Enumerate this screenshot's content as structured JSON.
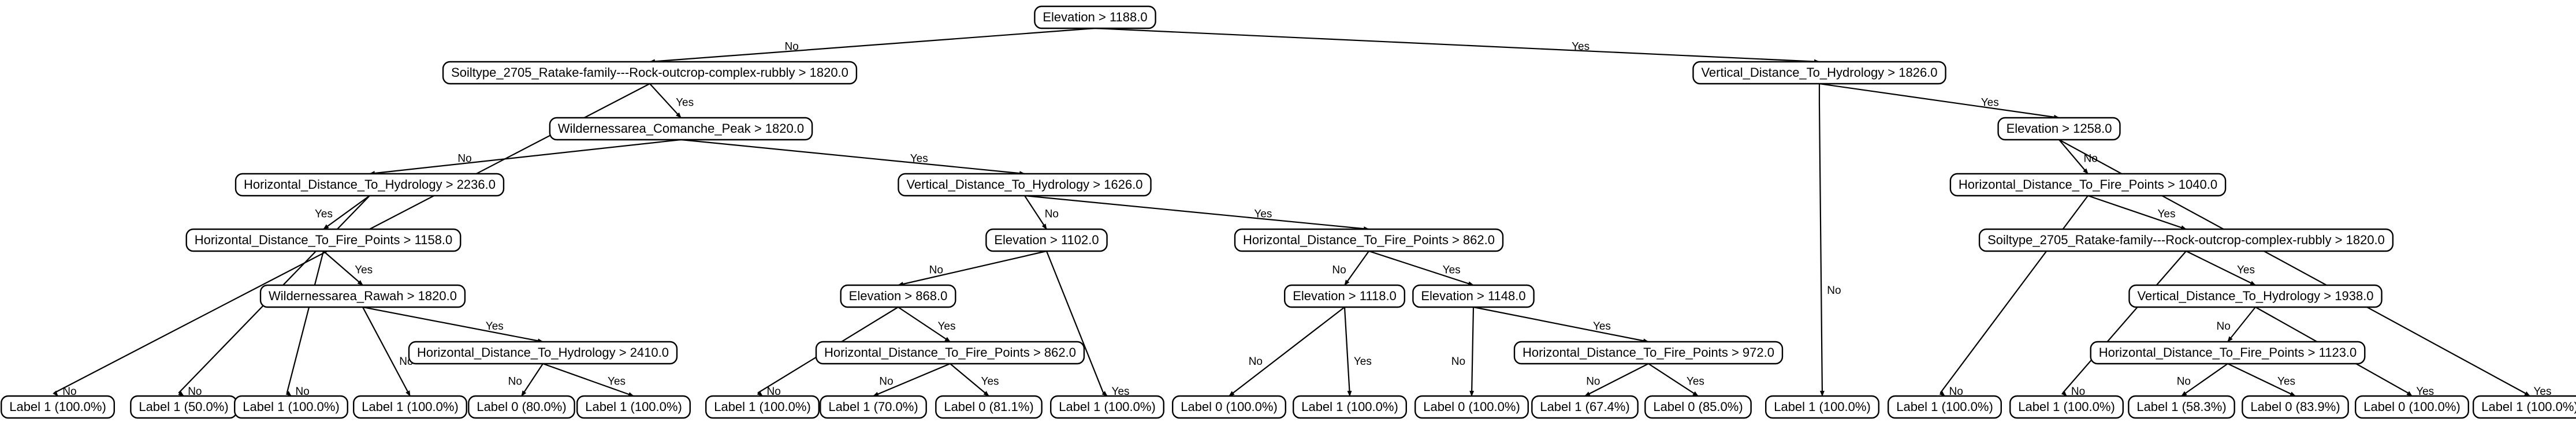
{
  "tree": {
    "nodes": [
      {
        "id": "n1",
        "label": "Elevation > 1188.0"
      },
      {
        "id": "n2",
        "label": "Soiltype_2705_Ratake-family---Rock-outcrop-complex-rubbly > 1820.0"
      },
      {
        "id": "n3",
        "label": "Vertical_Distance_To_Hydrology > 1826.0"
      },
      {
        "id": "n4",
        "label": "Wildernessarea_Comanche_Peak > 1820.0"
      },
      {
        "id": "n5",
        "label": "Elevation > 1258.0"
      },
      {
        "id": "n6",
        "label": "Horizontal_Distance_To_Hydrology > 2236.0"
      },
      {
        "id": "n7",
        "label": "Vertical_Distance_To_Hydrology > 1626.0"
      },
      {
        "id": "n8",
        "label": "Horizontal_Distance_To_Fire_Points > 1040.0"
      },
      {
        "id": "n9",
        "label": "Horizontal_Distance_To_Fire_Points > 1158.0"
      },
      {
        "id": "n10",
        "label": "Elevation > 1102.0"
      },
      {
        "id": "n11",
        "label": "Horizontal_Distance_To_Fire_Points > 862.0"
      },
      {
        "id": "n12",
        "label": "Soiltype_2705_Ratake-family---Rock-outcrop-complex-rubbly > 1820.0"
      },
      {
        "id": "n13",
        "label": "Wildernessarea_Rawah > 1820.0"
      },
      {
        "id": "n14",
        "label": "Elevation > 868.0"
      },
      {
        "id": "n15",
        "label": "Elevation > 1118.0"
      },
      {
        "id": "n16",
        "label": "Elevation > 1148.0"
      },
      {
        "id": "n17",
        "label": "Vertical_Distance_To_Hydrology > 1938.0"
      },
      {
        "id": "n18",
        "label": "Horizontal_Distance_To_Hydrology > 2410.0"
      },
      {
        "id": "n19",
        "label": "Horizontal_Distance_To_Fire_Points > 862.0"
      },
      {
        "id": "n20",
        "label": "Horizontal_Distance_To_Fire_Points > 972.0"
      },
      {
        "id": "n21",
        "label": "Horizontal_Distance_To_Fire_Points > 1123.0"
      },
      {
        "id": "L1",
        "label": "Label 1 (100.0%)"
      },
      {
        "id": "L2",
        "label": "Label 1 (50.0%)"
      },
      {
        "id": "L3",
        "label": "Label 1 (100.0%)"
      },
      {
        "id": "L4",
        "label": "Label 1 (100.0%)"
      },
      {
        "id": "L5",
        "label": "Label 0 (80.0%)"
      },
      {
        "id": "L6",
        "label": "Label 1 (100.0%)"
      },
      {
        "id": "L7",
        "label": "Label 1 (100.0%)"
      },
      {
        "id": "L8",
        "label": "Label 1 (70.0%)"
      },
      {
        "id": "L9",
        "label": "Label 0 (81.1%)"
      },
      {
        "id": "L10",
        "label": "Label 1 (100.0%)"
      },
      {
        "id": "L11",
        "label": "Label 0 (100.0%)"
      },
      {
        "id": "L12",
        "label": "Label 1 (100.0%)"
      },
      {
        "id": "L13",
        "label": "Label 0 (100.0%)"
      },
      {
        "id": "L14",
        "label": "Label 1 (67.4%)"
      },
      {
        "id": "L15",
        "label": "Label 0 (85.0%)"
      },
      {
        "id": "L16",
        "label": "Label 1 (100.0%)"
      },
      {
        "id": "L17",
        "label": "Label 1 (100.0%)"
      },
      {
        "id": "L18",
        "label": "Label 1 (100.0%)"
      },
      {
        "id": "L19",
        "label": "Label 1 (58.3%)"
      },
      {
        "id": "L20",
        "label": "Label 0 (83.9%)"
      },
      {
        "id": "L21",
        "label": "Label 0 (100.0%)"
      },
      {
        "id": "L22",
        "label": "Label 1 (100.0%)"
      }
    ],
    "edges": [
      {
        "from": "n1",
        "to": "n2",
        "label": "No"
      },
      {
        "from": "n1",
        "to": "n3",
        "label": "Yes"
      },
      {
        "from": "n2",
        "to": "L1",
        "label": "No"
      },
      {
        "from": "n2",
        "to": "n4",
        "label": "Yes"
      },
      {
        "from": "n4",
        "to": "n6",
        "label": "No"
      },
      {
        "from": "n4",
        "to": "n7",
        "label": "Yes"
      },
      {
        "from": "n6",
        "to": "L2",
        "label": "No"
      },
      {
        "from": "n6",
        "to": "n9",
        "label": "Yes"
      },
      {
        "from": "n9",
        "to": "L3",
        "label": "No"
      },
      {
        "from": "n9",
        "to": "n13",
        "label": "Yes"
      },
      {
        "from": "n13",
        "to": "L4",
        "label": "No"
      },
      {
        "from": "n13",
        "to": "n18",
        "label": "Yes"
      },
      {
        "from": "n18",
        "to": "L5",
        "label": "No"
      },
      {
        "from": "n18",
        "to": "L6",
        "label": "Yes"
      },
      {
        "from": "n7",
        "to": "n10",
        "label": "No"
      },
      {
        "from": "n7",
        "to": "n11",
        "label": "Yes"
      },
      {
        "from": "n10",
        "to": "n14",
        "label": "No"
      },
      {
        "from": "n10",
        "to": "L10",
        "label": "Yes"
      },
      {
        "from": "n14",
        "to": "L7",
        "label": "No"
      },
      {
        "from": "n14",
        "to": "n19",
        "label": "Yes"
      },
      {
        "from": "n19",
        "to": "L8",
        "label": "No"
      },
      {
        "from": "n19",
        "to": "L9",
        "label": "Yes"
      },
      {
        "from": "n11",
        "to": "n15",
        "label": "No"
      },
      {
        "from": "n11",
        "to": "n16",
        "label": "Yes"
      },
      {
        "from": "n15",
        "to": "L11",
        "label": "No"
      },
      {
        "from": "n15",
        "to": "L12",
        "label": "Yes"
      },
      {
        "from": "n16",
        "to": "L13",
        "label": "No"
      },
      {
        "from": "n16",
        "to": "n20",
        "label": "Yes"
      },
      {
        "from": "n20",
        "to": "L14",
        "label": "No"
      },
      {
        "from": "n20",
        "to": "L15",
        "label": "Yes"
      },
      {
        "from": "n3",
        "to": "L16",
        "label": "No"
      },
      {
        "from": "n3",
        "to": "n5",
        "label": "Yes"
      },
      {
        "from": "n5",
        "to": "n8",
        "label": "No"
      },
      {
        "from": "n5",
        "to": "L22",
        "label": "Yes"
      },
      {
        "from": "n8",
        "to": "L17",
        "label": "No"
      },
      {
        "from": "n8",
        "to": "n12",
        "label": "Yes"
      },
      {
        "from": "n12",
        "to": "L18",
        "label": "No"
      },
      {
        "from": "n12",
        "to": "n17",
        "label": "Yes"
      },
      {
        "from": "n17",
        "to": "n21",
        "label": "No"
      },
      {
        "from": "n17",
        "to": "L21",
        "label": "Yes"
      },
      {
        "from": "n21",
        "to": "L19",
        "label": "No"
      },
      {
        "from": "n21",
        "to": "L20",
        "label": "Yes"
      }
    ]
  }
}
